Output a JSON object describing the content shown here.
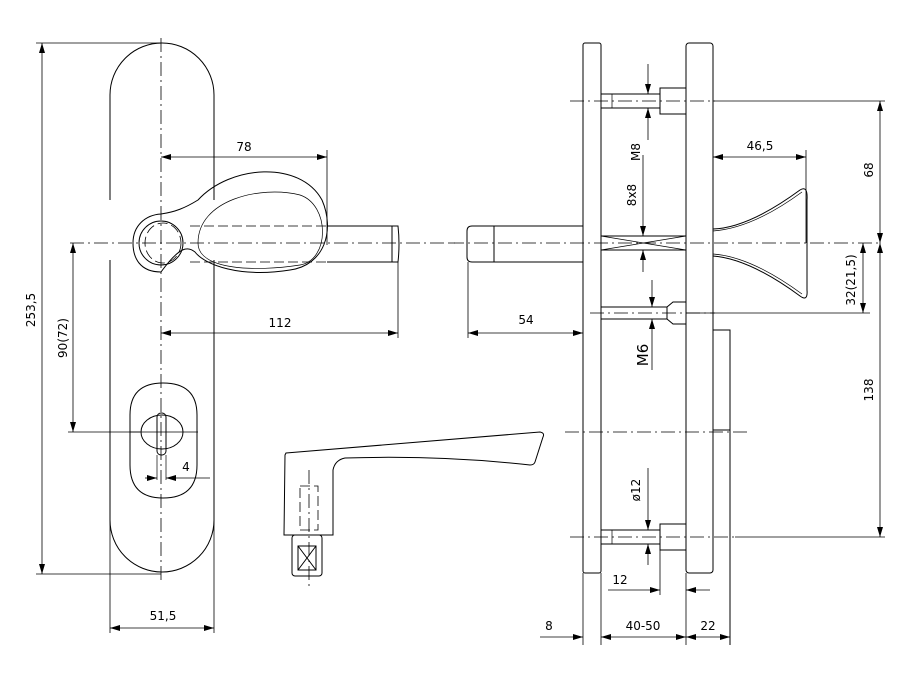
{
  "title": "Door handle set technical drawing",
  "front_view": {
    "dims": {
      "height": "253,5",
      "handle_spacing": "90(72)",
      "handle_reach": "78",
      "handle_length": "112",
      "plate_width": "51,5",
      "slot_width": "4"
    }
  },
  "side_view": {
    "dims": {
      "top_to_axis": "68",
      "axis_to_bottom": "138",
      "axis_to_m6": "32(21,5)",
      "knob_depth": "46,5",
      "spindle_length": "54",
      "plate_thickness": "8",
      "door_thickness": "40-50",
      "outer_plate": "22",
      "screw_offset": "12"
    },
    "labels": {
      "screw_top": "M8",
      "square_spindle": "8x8",
      "screw_mid": "M6",
      "bushing": "ø12"
    }
  }
}
